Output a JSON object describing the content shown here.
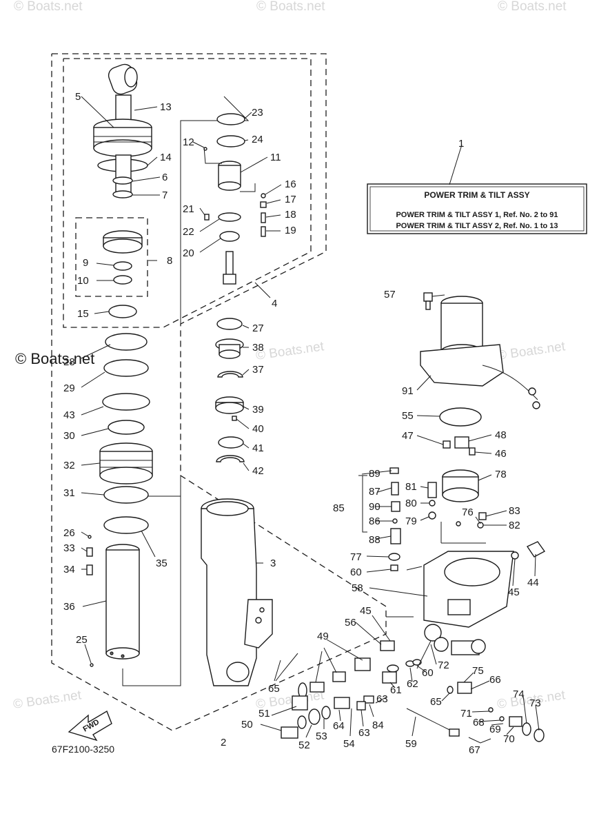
{
  "watermarks": [
    "© Boats.net",
    "© Boats.net",
    "© Boats.net",
    "© Boats.net",
    "© Boats.net",
    "© Boats.net",
    "© Boats.net",
    "© Boats.net",
    "© Boats.net"
  ],
  "title_box": {
    "heading": "POWER TRIM & TILT ASSY",
    "line1": "POWER TRIM & TILT ASSY 1, Ref. No. 2 to 91",
    "line2": "POWER TRIM & TILT ASSY 2, Ref. No. 1 to 13"
  },
  "diagram_code": "67F2100-3250",
  "fwd_label": "FWD",
  "callouts": [
    "1",
    "2",
    "3",
    "4",
    "5",
    "6",
    "7",
    "8",
    "9",
    "10",
    "11",
    "12",
    "13",
    "14",
    "15",
    "16",
    "17",
    "18",
    "19",
    "20",
    "21",
    "22",
    "23",
    "24",
    "25",
    "26",
    "27",
    "28",
    "29",
    "30",
    "31",
    "32",
    "33",
    "34",
    "35",
    "36",
    "37",
    "38",
    "39",
    "40",
    "41",
    "42",
    "43",
    "44",
    "45",
    "45",
    "46",
    "47",
    "48",
    "49",
    "50",
    "51",
    "52",
    "53",
    "54",
    "55",
    "56",
    "57",
    "58",
    "59",
    "60",
    "60",
    "61",
    "62",
    "63",
    "63",
    "64",
    "65",
    "65",
    "66",
    "67",
    "68",
    "69",
    "70",
    "71",
    "72",
    "73",
    "74",
    "75",
    "76",
    "77",
    "78",
    "79",
    "80",
    "81",
    "82",
    "83",
    "84",
    "85",
    "86",
    "87",
    "88",
    "89",
    "90",
    "91"
  ]
}
